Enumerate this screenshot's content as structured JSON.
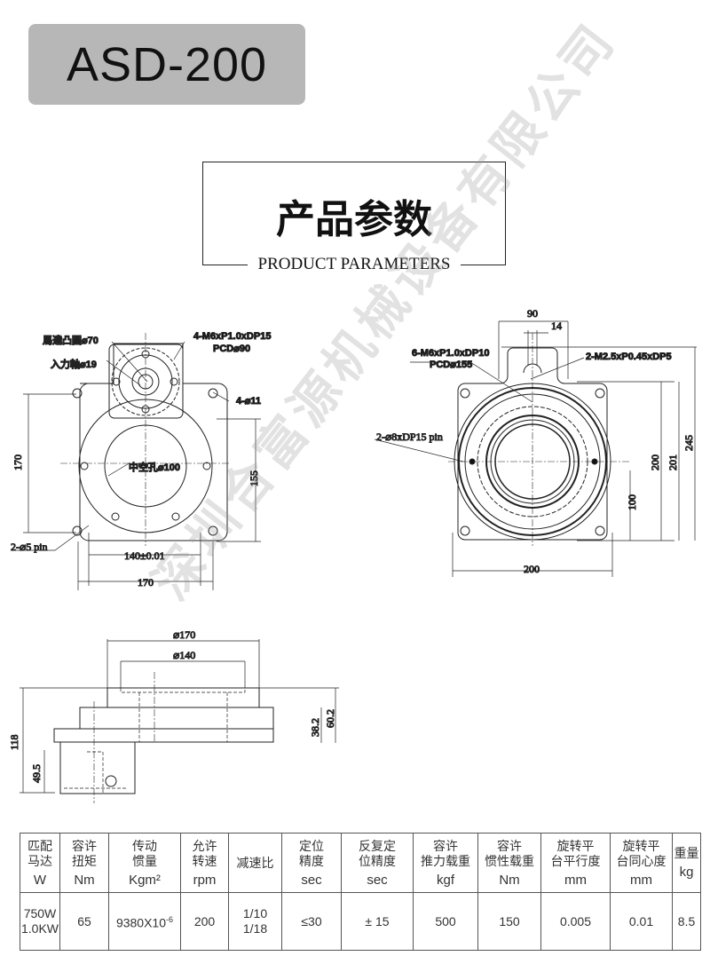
{
  "model_title": "ASD-200",
  "section": {
    "title_cn": "产品参数",
    "title_en": "PRODUCT PARAMETERS"
  },
  "watermark": "深圳合富源机械设备有限公司",
  "drawing_front": {
    "motor_boss": "馬達凸圓⌀70",
    "input_shaft": "入力軸⌀19",
    "tap_holes": "4-M6xP1.0xDP15",
    "tap_pcd": "PCD⌀90",
    "mount_holes": "4-⌀11",
    "hollow_hole": "中空孔⌀100",
    "pins": "2-⌀5 pin",
    "dim_170_v": "170",
    "dim_155": "155",
    "dim_140": "140±0.01",
    "dim_170_h": "170"
  },
  "drawing_top": {
    "dim_90": "90",
    "dim_14": "14",
    "tap_holes": "6-M6xP1.0xDP10",
    "tap_pcd": "PCD⌀155",
    "small_tap": "2-M2.5xP0.45xDP5",
    "pins": "2-⌀8xDP15 pin",
    "dim_200_v": "200",
    "dim_201": "201",
    "dim_245": "245",
    "dim_100": "100",
    "dim_200_h": "200"
  },
  "drawing_side": {
    "dim_d170": "⌀170",
    "dim_d140": "⌀140",
    "dim_118": "118",
    "dim_49_5": "49.5",
    "dim_38_2": "38.2",
    "dim_60_2": "60.2"
  },
  "spec_table": {
    "headers": [
      {
        "label": "匹配\n马达",
        "unit": "W"
      },
      {
        "label": "容许\n扭矩",
        "unit": "Nm"
      },
      {
        "label": "传动\n惯量",
        "unit": "Kgm²"
      },
      {
        "label": "允许\n转速",
        "unit": "rpm"
      },
      {
        "label": "减速比",
        "unit": ""
      },
      {
        "label": "定位\n精度",
        "unit": "sec"
      },
      {
        "label": "反复定\n位精度",
        "unit": "sec"
      },
      {
        "label": "容许\n推力载重",
        "unit": "kgf"
      },
      {
        "label": "容许\n惯性载重",
        "unit": "Nm"
      },
      {
        "label": "旋转平\n台平行度",
        "unit": "mm"
      },
      {
        "label": "旋转平\n台同心度",
        "unit": "mm"
      },
      {
        "label": "重量",
        "unit": "kg"
      }
    ],
    "values": [
      "750W\n1.0KW",
      "65",
      "9380X10",
      "200",
      "1/10\n1/18",
      "≤30",
      "± 15",
      "500",
      "150",
      "0.005",
      "0.01",
      "8.5"
    ],
    "inertia_exponent": "-6"
  }
}
